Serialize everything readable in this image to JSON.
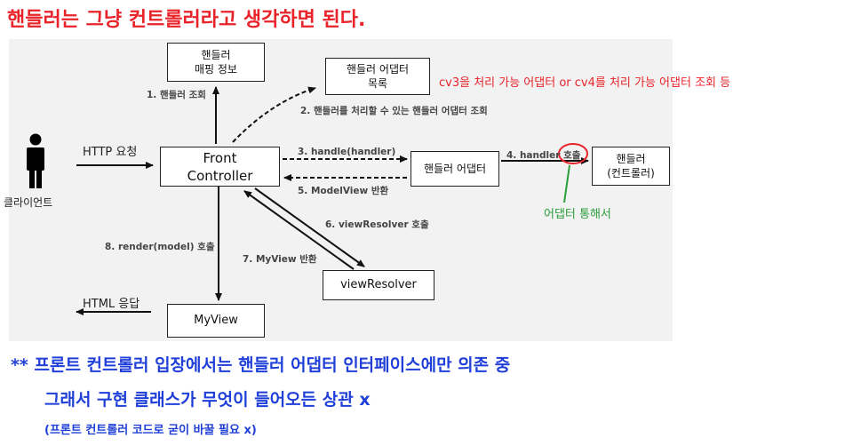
{
  "title": "핸들러는 그냥 컨트롤러라고 생각하면 된다.",
  "client": {
    "label": "클라이언트"
  },
  "boxes": {
    "mapping": [
      "핸들러",
      "매핑 정보"
    ],
    "adapter_list": [
      "핸들러 어댑터",
      "목록"
    ],
    "front": [
      "Front",
      "Controller"
    ],
    "adapter": "핸들러 어댑터",
    "handler": [
      "핸들러",
      "(컨트롤러)"
    ],
    "view_resolver": "viewResolver",
    "my_view": "MyView"
  },
  "labels": {
    "http_request": "HTTP 요청",
    "html_response": "HTML 응답",
    "step1": "1. 핸들러 조회",
    "step2": "2. 핸들러를 처리할 수 있는 핸들러 어댑터 조회",
    "step3": "3. handle(handler)",
    "step4_prefix": "4. handler ",
    "step4_call": "호출",
    "step5": "5. ModelView 반환",
    "step6": "6. viewResolver 호출",
    "step7": "7. MyView 반환",
    "step8": "8. render(model) 호출"
  },
  "notes": {
    "adapter_lookup": "cv3을 처리 가능 어댑터 or cv4를 처리 가능 어댑터 조회 등",
    "via_adapter": "어댑터 통해서"
  },
  "footer": {
    "line1": "** 프론트 컨트롤러 입장에서는 핸들러 어댑터 인터페이스에만 의존 중",
    "line2": "그래서 구현 클래스가 무엇이 들어오든 상관 x",
    "line3": "(프론트 컨트롤러 코드로 굳이 바꿀 필요 x)"
  },
  "colors": {
    "title": "#e8232a",
    "footer": "#1f3fd8",
    "note_red": "#e8232a",
    "note_green": "#2a9d3a"
  }
}
